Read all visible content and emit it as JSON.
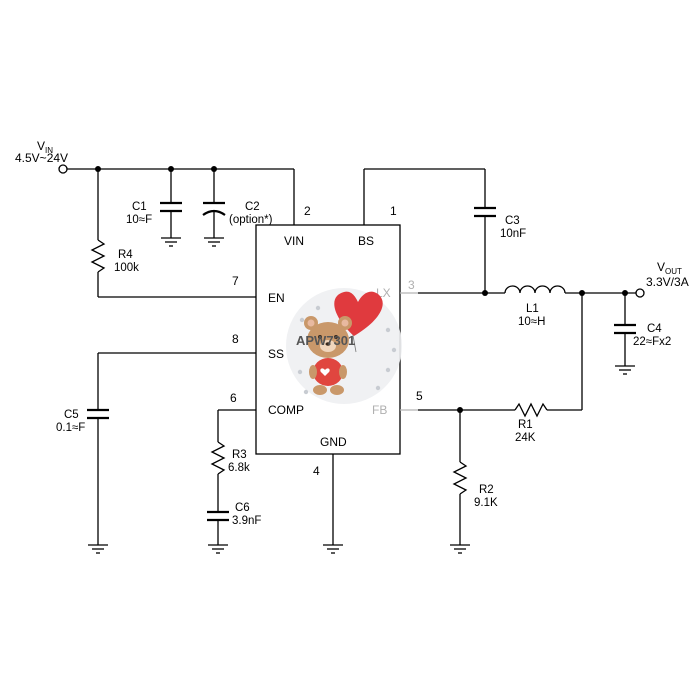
{
  "vin": {
    "label": "V",
    "sub": "IN",
    "range": "4.5V~24V"
  },
  "vout": {
    "label": "V",
    "sub": "OUT",
    "spec": "3.3V/3A"
  },
  "ic": {
    "part": "APW7301",
    "pins": {
      "vin": "VIN",
      "bs": "BS",
      "en": "EN",
      "lx": "LX",
      "ss": "SS",
      "comp": "COMP",
      "fb": "FB",
      "gnd": "GND"
    },
    "pin_numbers": {
      "vin": "2",
      "bs": "1",
      "en": "7",
      "lx": "3",
      "ss": "8",
      "comp": "6",
      "fb": "5",
      "gnd": "4"
    }
  },
  "components": {
    "c1": {
      "name": "C1",
      "value": "10≈F"
    },
    "c2": {
      "name": "C2",
      "value": "(option*)"
    },
    "c3": {
      "name": "C3",
      "value": "10nF"
    },
    "c4": {
      "name": "C4",
      "value": "22≈Fx2"
    },
    "c5": {
      "name": "C5",
      "value": "0.1≈F"
    },
    "c6": {
      "name": "C6",
      "value": "3.9nF"
    },
    "r1": {
      "name": "R1",
      "value": "24K"
    },
    "r2": {
      "name": "R2",
      "value": "9.1K"
    },
    "r3": {
      "name": "R3",
      "value": "6.8k"
    },
    "r4": {
      "name": "R4",
      "value": "100k"
    },
    "l1": {
      "name": "L1",
      "value": "10≈H"
    }
  },
  "colors": {
    "ink": "#000000",
    "pin_grey": "#b0b0b0",
    "heart": "#e03a3e",
    "bear": "#c9986a"
  }
}
